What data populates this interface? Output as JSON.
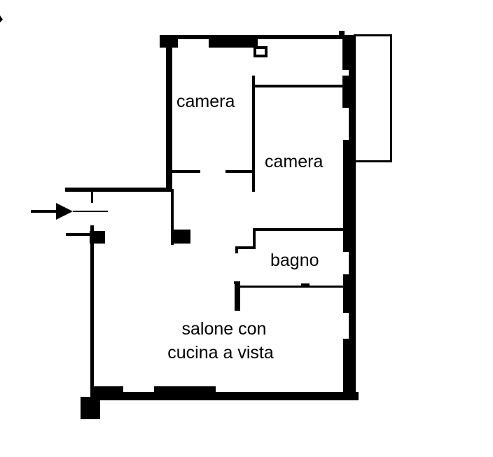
{
  "floor_plan": {
    "colors": {
      "wall": "#000000",
      "background": "#ffffff"
    },
    "entrance": {
      "icon": "entrance-arrow-icon"
    },
    "rooms": [
      {
        "id": "camera-1",
        "label": "camera"
      },
      {
        "id": "camera-2",
        "label": "camera"
      },
      {
        "id": "bagno",
        "label": "bagno"
      },
      {
        "id": "salone",
        "label_line1": "salone con",
        "label_line2": "cucina a vista"
      }
    ]
  }
}
